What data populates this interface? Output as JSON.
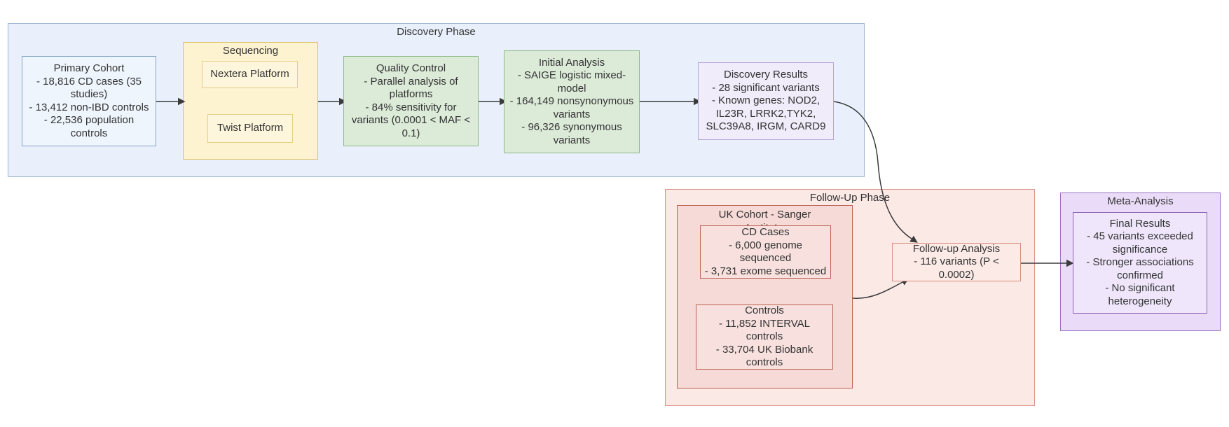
{
  "palette": {
    "page_bg": "#ffffff",
    "text": "#333333",
    "edge": "#3b3b3b",
    "discovery_fill": "#e9f0fb",
    "discovery_border": "#9fb6cf",
    "primary_fill": "#eef5fd",
    "primary_border": "#83a2c4",
    "sequencing_fill": "#fdf3d0",
    "sequencing_border": "#ddc167",
    "platform_fill": "#fdf6dc",
    "platform_border": "#e5cf85",
    "green_fill": "#dcead8",
    "green_border": "#8db988",
    "purple_node_fill": "#f0ecfa",
    "purple_node_border": "#b7a3d8",
    "followup_fill": "#fbe9e5",
    "followup_border": "#dc9287",
    "uk_fill": "#f5dad7",
    "uk_border": "#bd6353",
    "uk_node_fill": "#f7e0dd",
    "uk_node_border": "#bd6353",
    "followup_node_fill": "#fbeae6",
    "followup_node_border": "#d98f80",
    "meta_fill": "#eadcf8",
    "meta_border": "#9a70c0",
    "meta_node_fill": "#efe6fb",
    "meta_node_border": "#8d62b4"
  },
  "clusters": {
    "discovery": {
      "label": "Discovery Phase"
    },
    "sequencing": {
      "label": "Sequencing"
    },
    "followup": {
      "label": "Follow-Up Phase"
    },
    "uk_cohort": {
      "label_lines": [
        "UK Cohort - Sanger",
        "Institute"
      ]
    },
    "meta": {
      "label": "Meta-Analysis"
    }
  },
  "nodes": {
    "primary_cohort": {
      "lines": [
        "Primary Cohort",
        "- 18,816 CD cases (35",
        "studies)",
        "- 13,412 non-IBD controls",
        "- 22,536 population",
        "controls"
      ]
    },
    "nextera": {
      "lines": [
        "Nextera Platform"
      ]
    },
    "twist": {
      "lines": [
        "Twist Platform"
      ]
    },
    "quality_control": {
      "lines": [
        "Quality Control",
        "- Parallel analysis of",
        "platforms",
        "- 84% sensitivity for",
        "variants (0.0001 < MAF <",
        "0.1)"
      ]
    },
    "initial_analysis": {
      "lines": [
        "Initial Analysis",
        "- SAIGE logistic mixed-",
        "model",
        "- 164,149 nonsynonymous",
        "variants",
        "- 96,326 synonymous",
        "variants"
      ]
    },
    "discovery_results": {
      "lines": [
        "Discovery Results",
        "- 28 significant variants",
        "- Known genes: NOD2,",
        "IL23R, LRRK2,TYK2,",
        "SLC39A8, IRGM, CARD9"
      ]
    },
    "cd_cases": {
      "lines": [
        "CD Cases",
        "- 6,000 genome sequenced",
        "- 3,731 exome sequenced"
      ]
    },
    "controls": {
      "lines": [
        "Controls",
        "- 11,852 INTERVAL controls",
        "- 33,704 UK Biobank",
        "controls"
      ]
    },
    "followup_analysis": {
      "lines": [
        "Follow-up Analysis",
        "- 116 variants (P < 0.0002)"
      ]
    },
    "final_results": {
      "lines": [
        "Final Results",
        "- 45 variants exceeded",
        "significance",
        "- Stronger associations",
        "confirmed",
        "- No significant",
        "heterogeneity"
      ]
    }
  }
}
